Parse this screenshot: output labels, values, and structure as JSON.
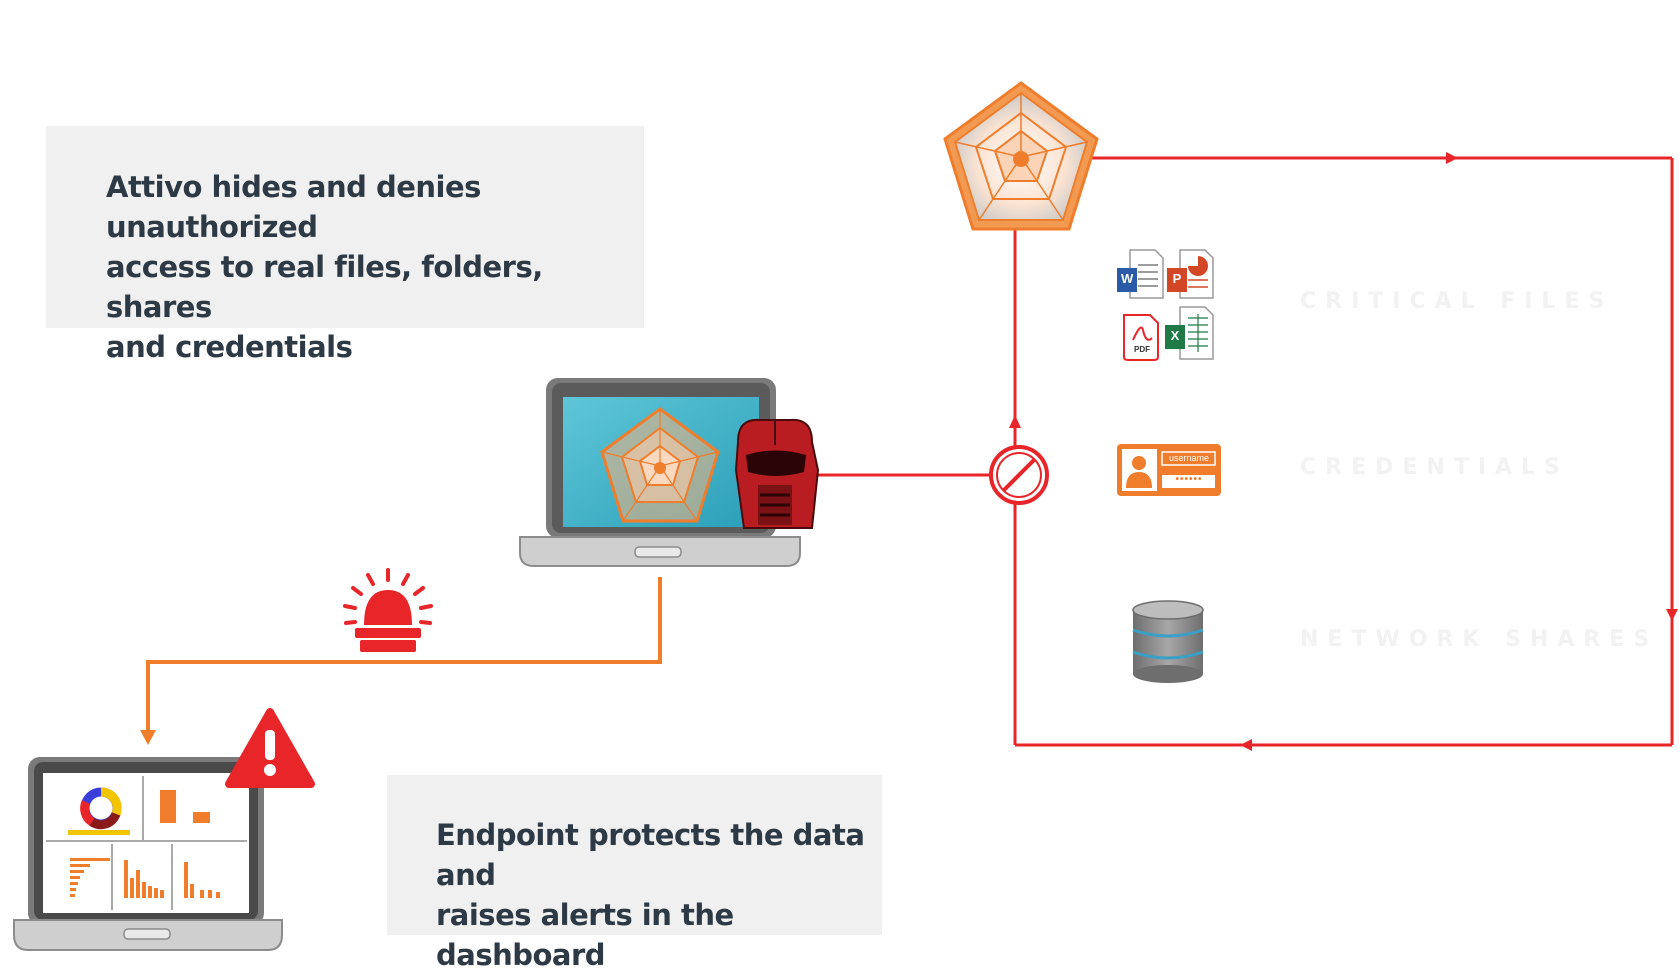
{
  "top_box": {
    "text_line1": "Attivo hides and denies unauthorized",
    "text_line2": "access to real files, folders, shares",
    "text_line3": "and credentials"
  },
  "bottom_box": {
    "text_line1": "Endpoint protects the data and",
    "text_line2": "raises alerts in the dashboard"
  },
  "resources": {
    "critical_files": "CRITICAL FILES",
    "credentials": "CREDENTIALS",
    "network_shares": "NETWORK SHARES"
  },
  "file_icons": {
    "word": "W",
    "powerpoint": "P",
    "pdf": "PDF",
    "excel": "X"
  },
  "credential_card": {
    "username": "username",
    "password": "••••••"
  },
  "colors": {
    "red": "#e8262a",
    "orange": "#ef7d2c",
    "dark_text": "#2d3a45",
    "box_bg": "#f0f0f0"
  },
  "icons": [
    "attivo-star-icon",
    "attacker-helmet-icon",
    "blocked-icon",
    "siren-icon",
    "warning-icon",
    "database-icon",
    "credential-card-icon",
    "laptop-icon",
    "dashboard-laptop-icon"
  ]
}
